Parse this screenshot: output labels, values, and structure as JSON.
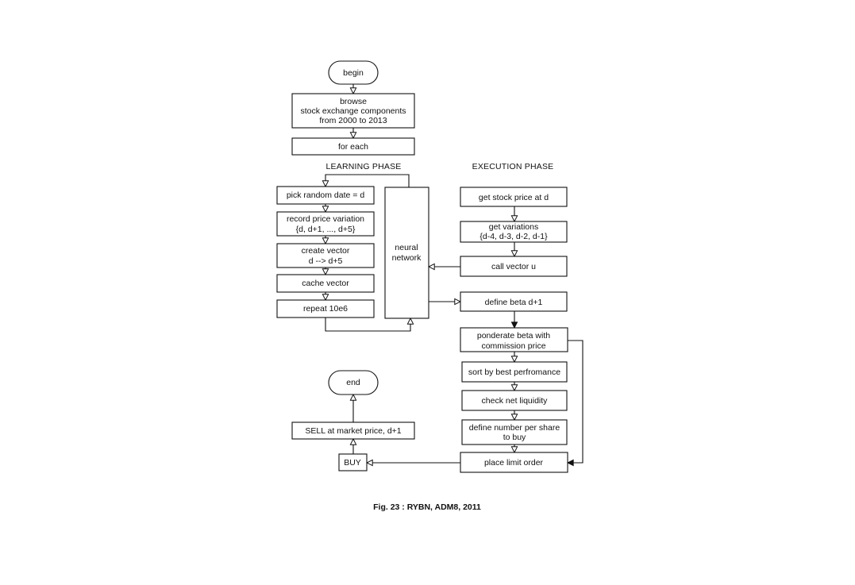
{
  "flowchart": {
    "begin": "begin",
    "browse": [
      "browse",
      "stock exchange components",
      "from 2000 to 2013"
    ],
    "for_each": "for each",
    "learning_phase_title": "LEARNING PHASE",
    "execution_phase_title": "EXECUTION PHASE",
    "learning": {
      "pick_date": "pick random date = d",
      "record": [
        "record price variation",
        "{d, d+1, ..., d+5}"
      ],
      "create_vector": [
        "create vector",
        "d --> d+5"
      ],
      "cache_vector": "cache vector",
      "repeat": "repeat 10e6"
    },
    "neural_network": [
      "neural",
      "network"
    ],
    "execution": {
      "get_price": "get stock price at d",
      "get_variations": [
        "get variations",
        "{d-4, d-3, d-2, d-1}"
      ],
      "call_vector": "call vector u",
      "define_beta": "define beta d+1",
      "ponderate": [
        "ponderate beta with",
        "commission price"
      ],
      "sort": "sort by best perfromance",
      "check": "check net liquidity",
      "define_number": [
        "define number per share",
        "to buy"
      ],
      "place_order": "place limit order"
    },
    "buy": "BUY",
    "sell": "SELL at market price, d+1",
    "end": "end"
  },
  "caption": "Fig. 23 : RYBN, ADM8, 2011"
}
